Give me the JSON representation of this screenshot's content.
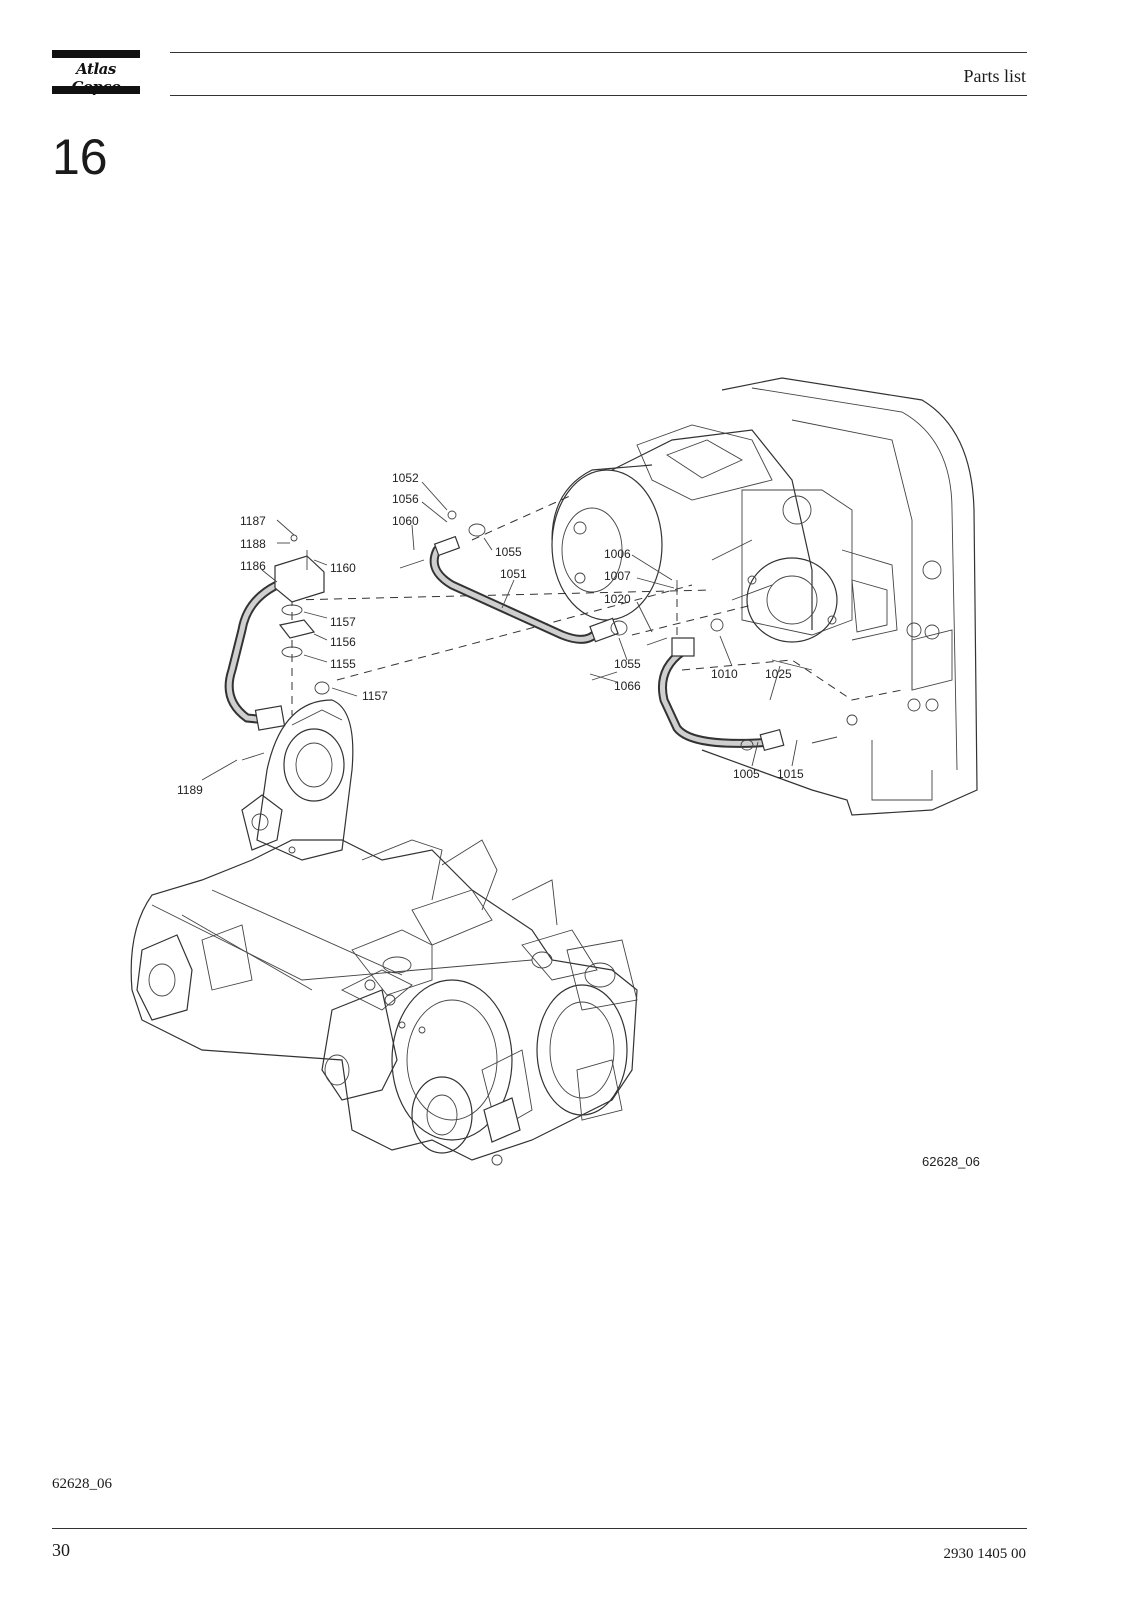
{
  "header": {
    "logo_text": "Atlas Copco",
    "title": "Parts list"
  },
  "section": {
    "number": "16"
  },
  "figure": {
    "id": "62628_06",
    "callouts": [
      "1052",
      "1056",
      "1060",
      "1055",
      "1051",
      "1006",
      "1007",
      "1020",
      "1055",
      "1066",
      "1010",
      "1025",
      "1005",
      "1015",
      "1187",
      "1188",
      "1186",
      "1160",
      "1157",
      "1156",
      "1155",
      "1157",
      "1189"
    ]
  },
  "footer": {
    "reference": "62628_06",
    "page_number": "30",
    "doc_number": "2930 1405 00"
  }
}
